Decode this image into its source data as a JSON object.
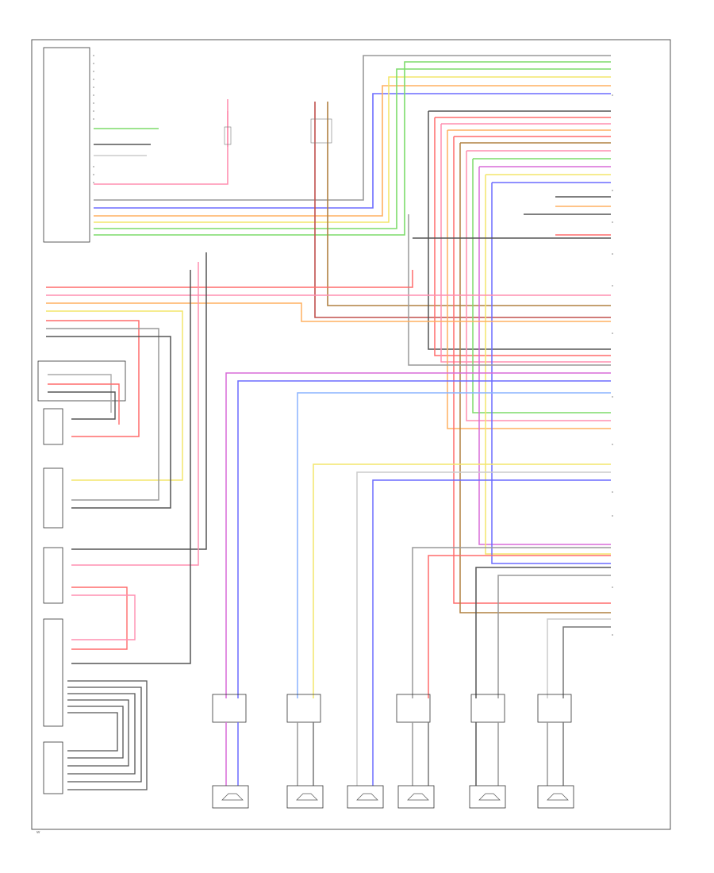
{
  "diagram": {
    "footer": "W",
    "components": {
      "central_module": {
        "label": ""
      },
      "trunk_module": {
        "label": ""
      },
      "audio_module": {
        "label": ""
      },
      "sub_unit": {
        "label": ""
      },
      "connector_left": {
        "label": ""
      },
      "antenna_unit": {
        "label": ""
      },
      "radio_cluster_a": {
        "label": ""
      },
      "radio_cluster_b": {
        "label": ""
      },
      "radio_cluster_c": {
        "label": ""
      },
      "lower_module": {
        "label": ""
      }
    },
    "amplifiers": [
      {
        "id": "amp1",
        "label": ""
      },
      {
        "id": "amp2",
        "label": ""
      },
      {
        "id": "amp3",
        "label": ""
      },
      {
        "id": "amp4",
        "label": ""
      },
      {
        "id": "amp5",
        "label": ""
      }
    ],
    "speakers": [
      {
        "id": "spk1",
        "label": ""
      },
      {
        "id": "spk2",
        "label": ""
      },
      {
        "id": "spk3",
        "label": ""
      },
      {
        "id": "spk4",
        "label": ""
      },
      {
        "id": "spk5",
        "label": ""
      },
      {
        "id": "spk6",
        "label": ""
      }
    ],
    "wire_colors": {
      "red": "#ff6b6b",
      "pink": "#ff8fb0",
      "green": "#7ddc6a",
      "blue": "#6b6bff",
      "orange": "#ffb060",
      "yellow": "#f3e66b",
      "violet": "#d86bd8",
      "gray": "#999999",
      "black": "#333333",
      "brown": "#b08040",
      "lightblue": "#8ab4ff"
    }
  }
}
